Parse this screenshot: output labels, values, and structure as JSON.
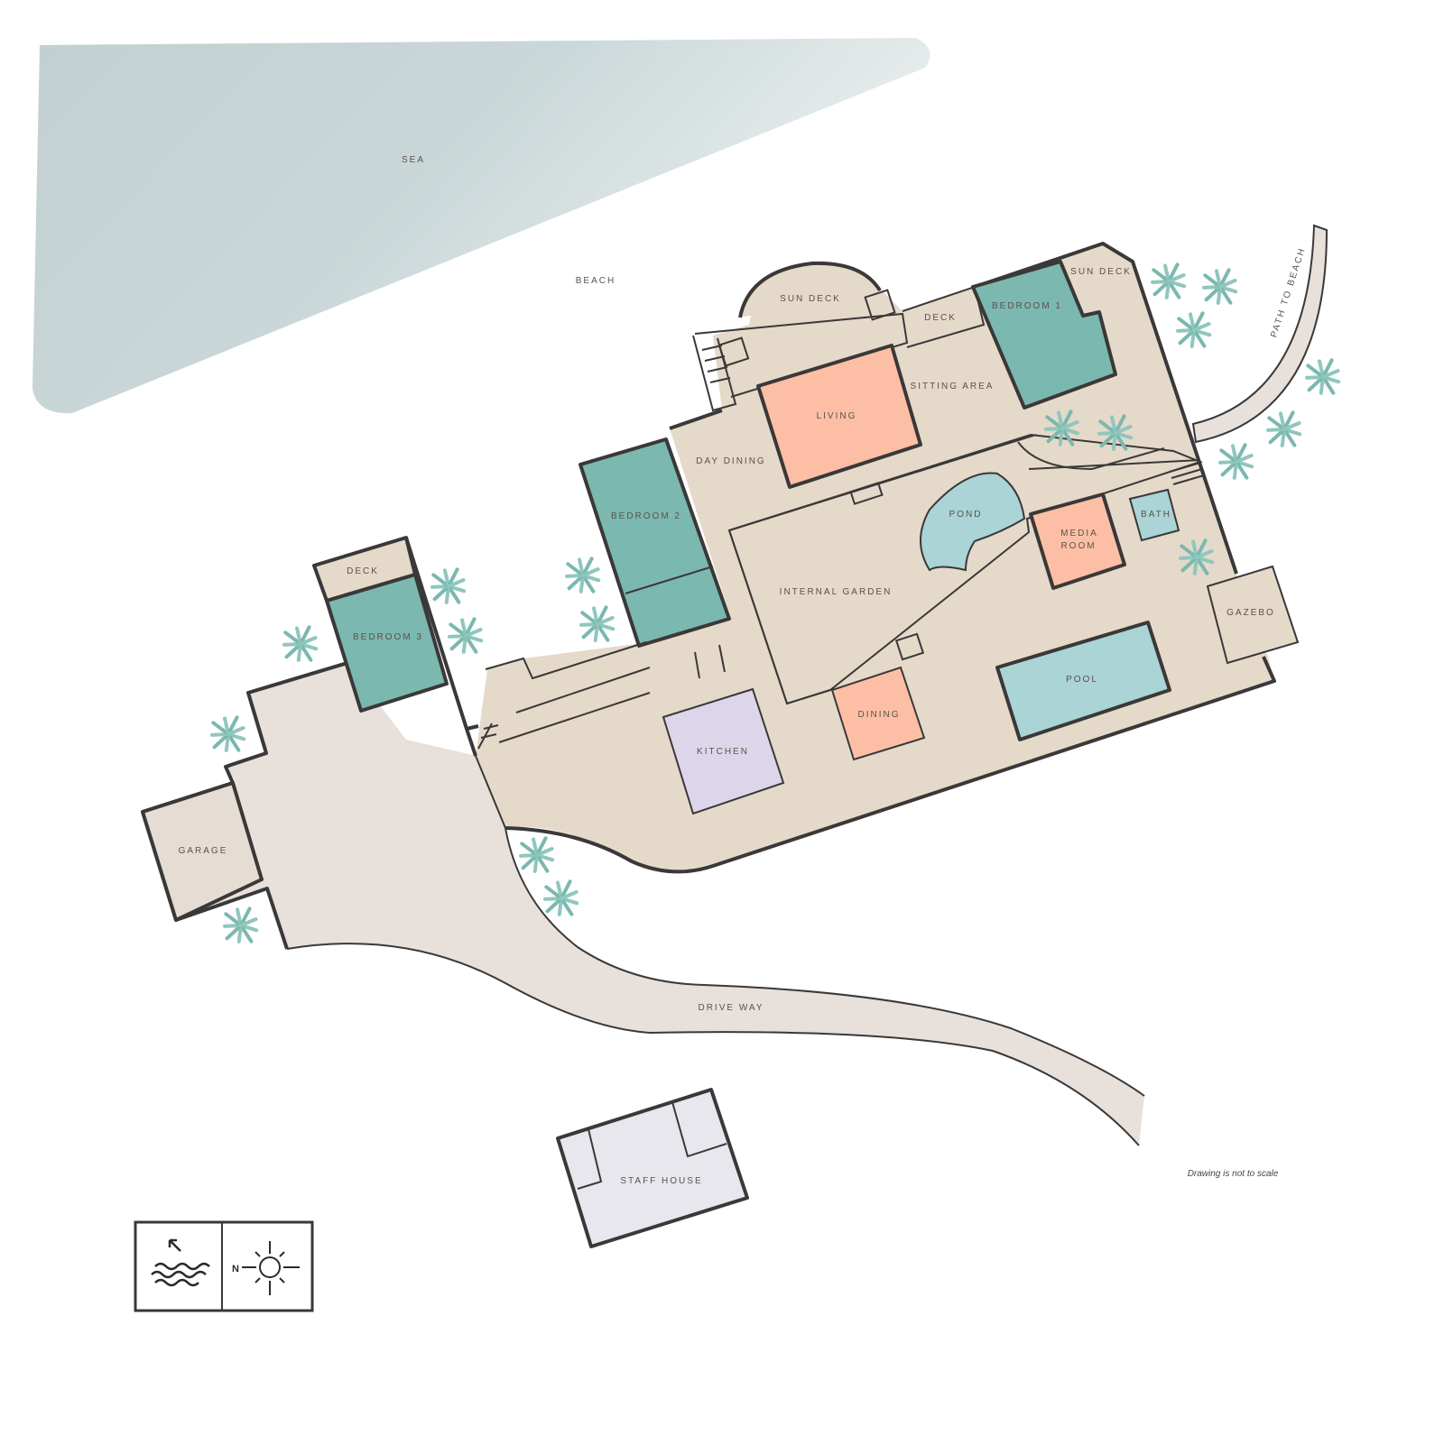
{
  "labels": {
    "sea": "SEA",
    "beach": "BEACH",
    "path_to_beach": "PATH TO BEACH",
    "sun_deck_1": "SUN DECK",
    "sun_deck_2": "SUN DECK",
    "deck_1": "DECK",
    "deck_2": "DECK",
    "bedroom_1": "BEDROOM 1",
    "bedroom_2": "BEDROOM 2",
    "bedroom_3": "BEDROOM 3",
    "sitting_area": "SITTING AREA",
    "living": "LIVING",
    "day_dining": "DAY DINING",
    "pond": "POND",
    "media_room_1": "MEDIA",
    "media_room_2": "ROOM",
    "bath": "BATH",
    "internal_garden": "INTERNAL GARDEN",
    "gazebo": "GAZEBO",
    "pool": "POOL",
    "dining": "DINING",
    "kitchen": "KITCHEN",
    "garage": "GARAGE",
    "drive_way": "DRIVE WAY",
    "staff_house": "STAFF HOUSE"
  },
  "note": "Drawing is not to scale",
  "legend": {
    "north_label": "N",
    "sea_direction_icon": "waves-arrow-icon",
    "sun_icon": "sun-compass-icon"
  },
  "colors": {
    "floor": "#e5d9c9",
    "bedroom": "#7bb8af",
    "living": "#fcbfa6",
    "kitchen": "#ddd6ea",
    "water": "#aad4d6",
    "driveway": "#e8e0da",
    "staff_house": "#e8e7ee",
    "wall": "#3a3838",
    "tree": "#8fc7bd"
  }
}
